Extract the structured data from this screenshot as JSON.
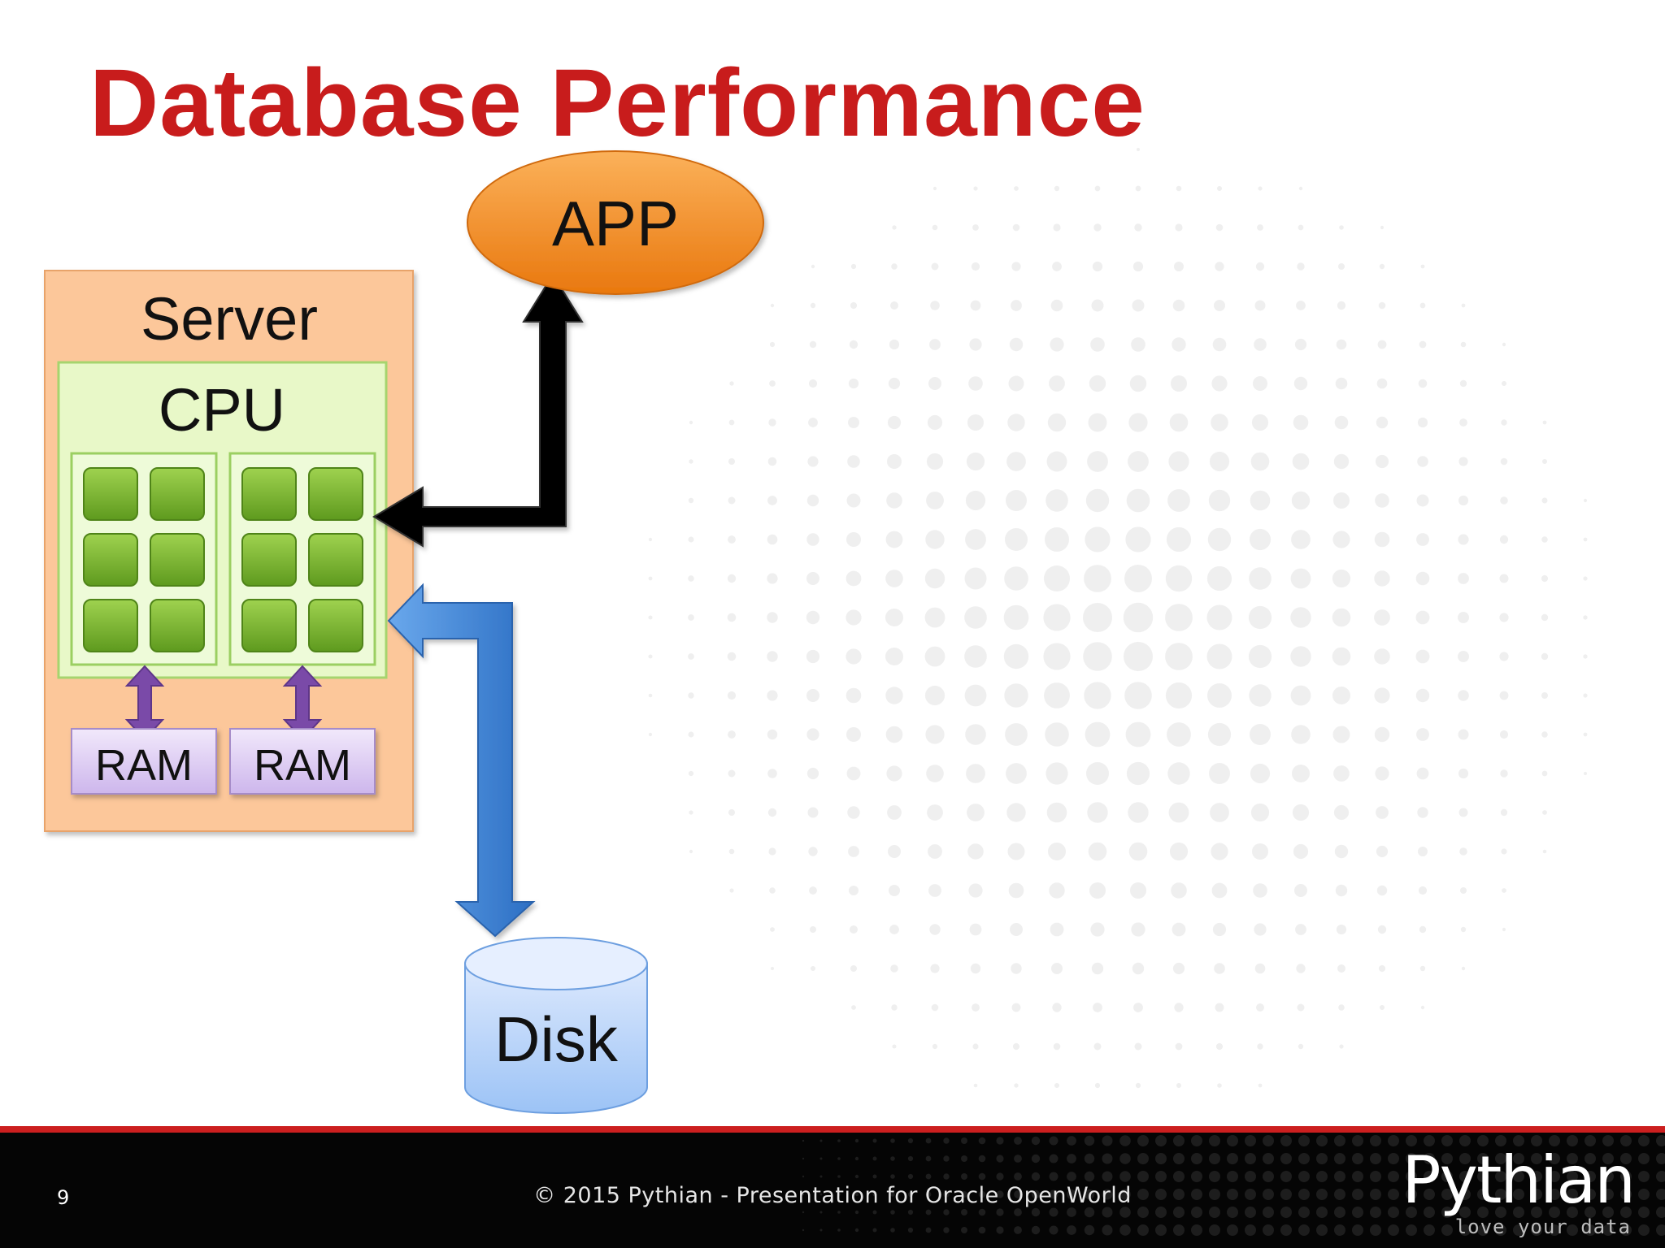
{
  "slide": {
    "title": "Database Performance",
    "accent_color": "#c81c1c"
  },
  "diagram": {
    "app": {
      "label": "APP",
      "color": "#f08a1e"
    },
    "server": {
      "label": "Server",
      "color": "#fcc79a",
      "cpu": {
        "label": "CPU",
        "color": "#e8f8c8",
        "sockets": [
          {
            "cores": 6
          },
          {
            "cores": 6
          }
        ],
        "core_color": "#7ab52e"
      },
      "ram": [
        {
          "label": "RAM"
        },
        {
          "label": "RAM"
        }
      ],
      "ram_color": "#e2d2f5"
    },
    "disk": {
      "label": "Disk",
      "color": "#c3dcfb"
    },
    "connectors": [
      {
        "from": "APP",
        "to": "CPU",
        "color": "#000000"
      },
      {
        "from": "Disk",
        "to": "CPU",
        "color": "#3b82d6"
      },
      {
        "from": "CPU",
        "to": "RAM",
        "color": "#7a4aa8"
      },
      {
        "from": "CPU",
        "to": "RAM",
        "color": "#7a4aa8"
      }
    ]
  },
  "footer": {
    "page_number": "9",
    "copyright": "© 2015 Pythian - Presentation for Oracle OpenWorld",
    "logo": {
      "name": "Pythian",
      "tagline": "love your data"
    },
    "stripe_color": "#cc1f1f"
  }
}
